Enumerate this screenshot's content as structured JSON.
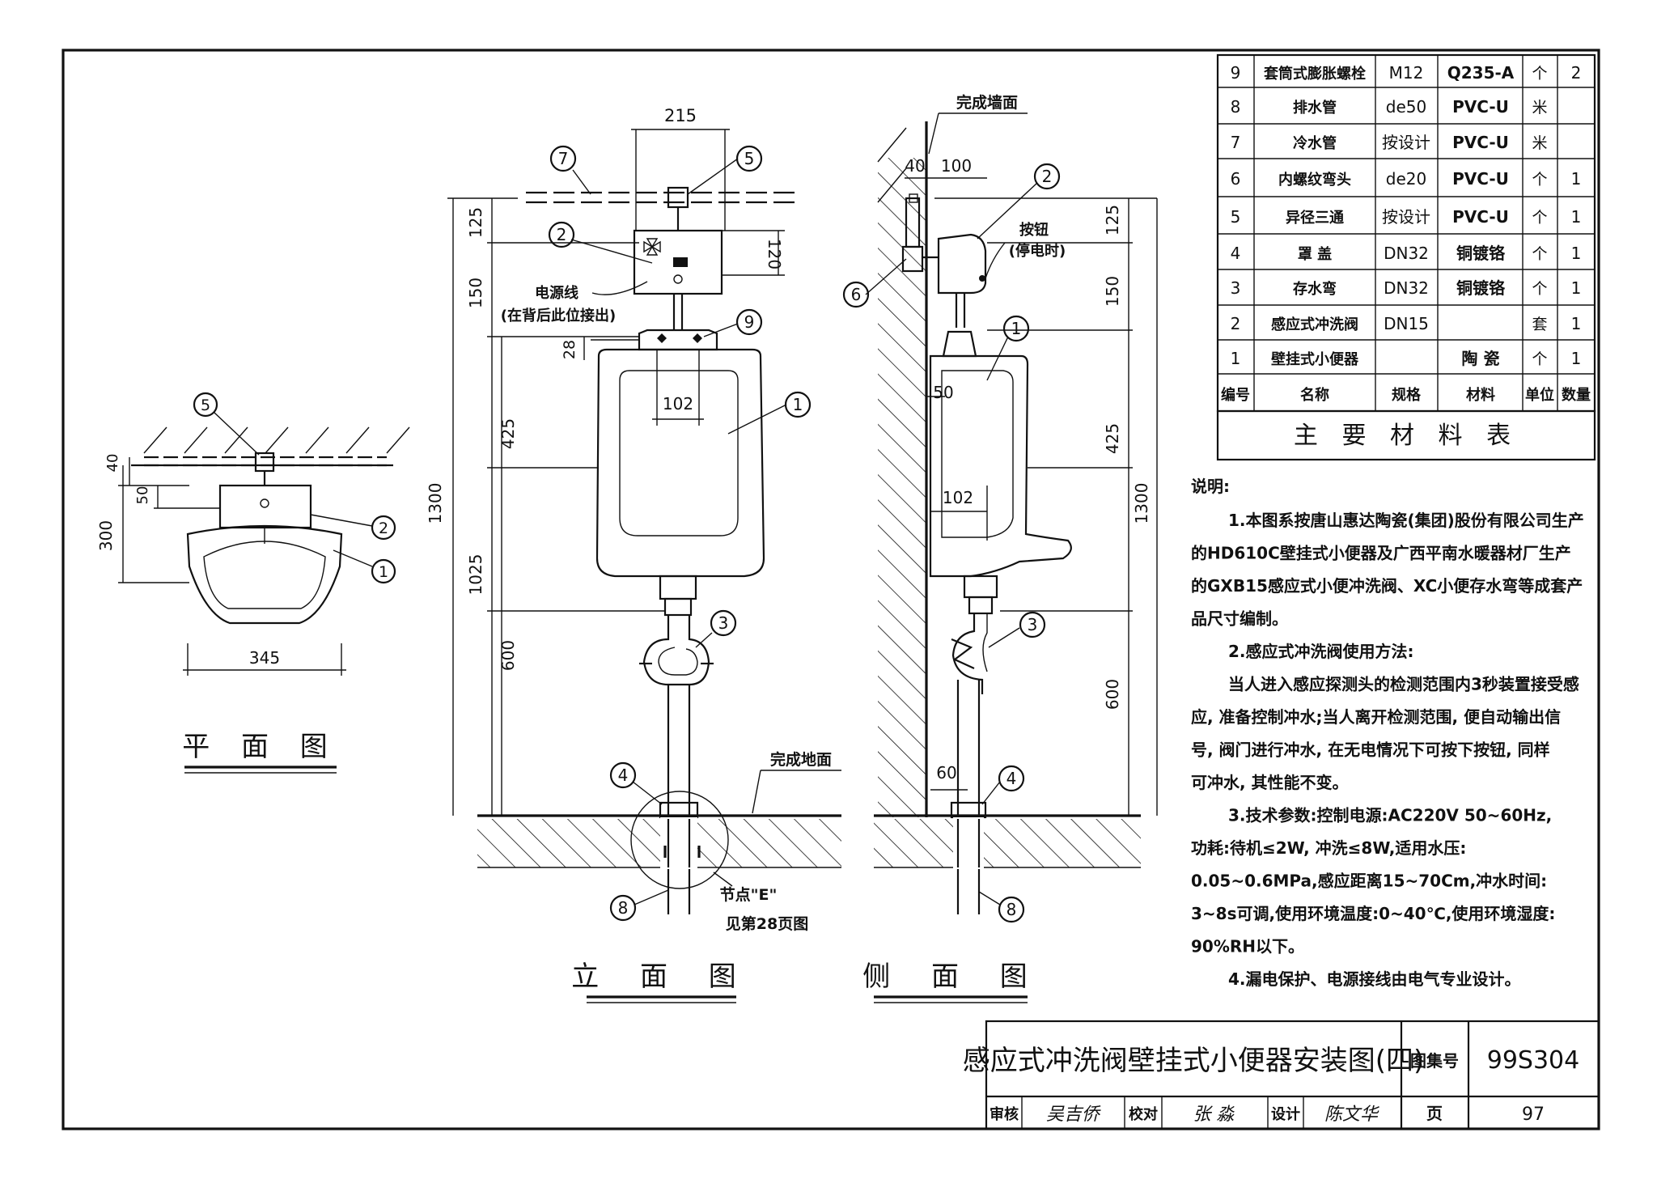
{
  "materials_table": {
    "headers": [
      "编号",
      "名称",
      "规格",
      "材料",
      "单位",
      "数量"
    ],
    "rows": [
      [
        "9",
        "套筒式膨胀螺栓",
        "M12",
        "Q235-A",
        "个",
        "2"
      ],
      [
        "8",
        "排水管",
        "de50",
        "PVC-U",
        "米",
        ""
      ],
      [
        "7",
        "冷水管",
        "按设计",
        "PVC-U",
        "米",
        ""
      ],
      [
        "6",
        "内螺纹弯头",
        "de20",
        "PVC-U",
        "个",
        "1"
      ],
      [
        "5",
        "异径三通",
        "按设计",
        "PVC-U",
        "个",
        "1"
      ],
      [
        "4",
        "罩 盖",
        "DN32",
        "铜镀铬",
        "个",
        "1"
      ],
      [
        "3",
        "存水弯",
        "DN32",
        "铜镀铬",
        "个",
        "1"
      ],
      [
        "2",
        "感应式冲洗阀",
        "DN15",
        "",
        "套",
        "1"
      ],
      [
        "1",
        "壁挂式小便器",
        "",
        "陶 瓷",
        "个",
        "1"
      ]
    ],
    "caption": "主 要 材 料 表"
  },
  "notes": {
    "heading": "说明:",
    "lines": [
      "1.本图系按唐山惠达陶瓷(集团)股份有限公司生产",
      "的HD610C壁挂式小便器及广西平南水暖器材厂生产",
      "的GXB15感应式小便冲洗阀、XC小便存水弯等成套产",
      "品尺寸编制。",
      "2.感应式冲洗阀使用方法:",
      "当人进入感应探测头的检测范围内3秒装置接受感",
      "应, 准备控制冲水;当人离开检测范围, 便自动输出信",
      "号, 阀门进行冲水, 在无电情况下可按下按钮, 同样",
      "可冲水, 其性能不变。",
      "3.技术参数:控制电源:AC220V 50~60Hz,",
      "功耗:待机≤2W, 冲洗≤8W,适用水压:",
      "0.05~0.6MPa,感应距离15~70Cm,冲水时间:",
      "3~8s可调,使用环境温度:0~40℃,使用环境湿度:",
      "90%RH以下。",
      "4.漏电保护、电源接线由电气专业设计。"
    ]
  },
  "title_block": {
    "title": "感应式冲洗阀壁挂式小便器安装图(四)",
    "atlas_label": "图集号",
    "atlas_no": "99S304",
    "review_label": "审核",
    "review_sig": "吴吉侨",
    "check_label": "校对",
    "check_sig": "张 淼",
    "design_label": "设计",
    "design_sig": "陈文华",
    "page_label": "页",
    "page_no": "97"
  },
  "plan_view": {
    "title": "平 面 图",
    "dims": {
      "d40": "40",
      "d50": "50",
      "d300": "300",
      "d345": "345"
    },
    "callouts": [
      "5",
      "2",
      "1"
    ]
  },
  "front_view": {
    "title": "立 面 图",
    "dims": {
      "d215": "215",
      "d125": "125",
      "d120": "120",
      "d150": "150",
      "d28": "28",
      "d102": "102",
      "d425": "425",
      "d1025": "1025",
      "d600": "600",
      "d1300": "1300"
    },
    "labels": {
      "power_line_1": "电源线",
      "power_line_2": "(在背后此位接出)",
      "floor": "完成地面",
      "node_1": "节点\"E\"",
      "node_2": "见第28页图"
    },
    "callouts": [
      "7",
      "5",
      "2",
      "9",
      "1",
      "3",
      "4",
      "8"
    ]
  },
  "side_view": {
    "title": "侧 面 图",
    "dims": {
      "d40": "40",
      "d100": "100",
      "d125": "125",
      "d150": "150",
      "d50": "50",
      "d425": "425",
      "d102": "102",
      "d1300": "1300",
      "d600": "600",
      "d60": "60"
    },
    "labels": {
      "wall": "完成墙面",
      "button_1": "按钮",
      "button_2": "(停电时)"
    },
    "callouts": [
      "2",
      "6",
      "1",
      "3",
      "4",
      "8"
    ]
  }
}
